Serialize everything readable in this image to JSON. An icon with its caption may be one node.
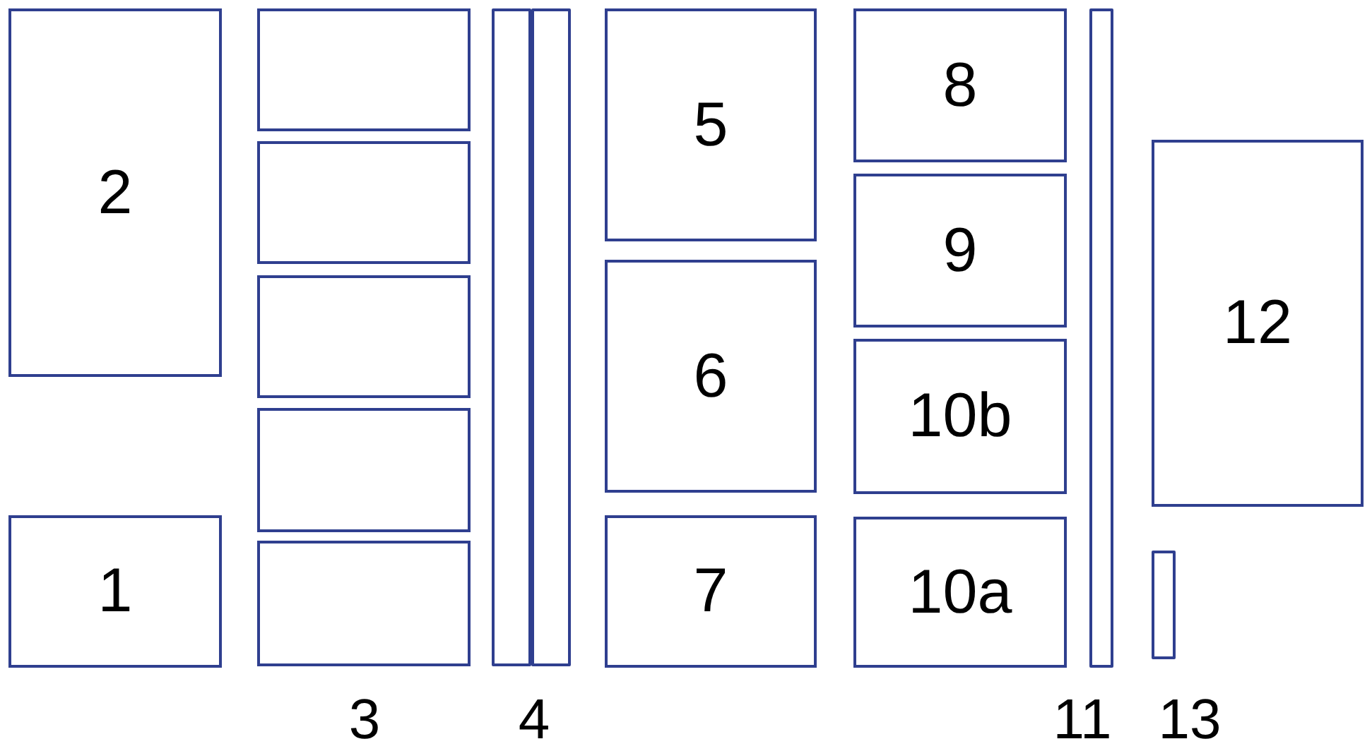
{
  "diagram": {
    "nodes": [
      {
        "text": [
          "2"
        ]
      },
      {
        "text": [
          "1"
        ]
      },
      {
        "text": [],
        "shape": "box"
      },
      {
        "text": [],
        "shape": "box"
      },
      {
        "text": [],
        "shape": "box"
      },
      {
        "text": [],
        "shape": "box"
      },
      {
        "text": [],
        "shape": "box"
      },
      {
        "text": [],
        "shape": "bar"
      },
      {
        "text": [],
        "shape": "bar"
      },
      {
        "text": [
          "5"
        ]
      },
      {
        "text": [
          "6"
        ]
      },
      {
        "text": [
          "7"
        ]
      },
      {
        "text": [
          "8"
        ]
      },
      {
        "text": [
          "9"
        ]
      },
      {
        "text": [
          "10b"
        ]
      },
      {
        "text": [
          "10a"
        ]
      },
      {
        "text": [],
        "shape": "bar"
      },
      {
        "text": [
          "12"
        ]
      },
      {
        "text": [],
        "shape": "bar"
      }
    ],
    "labels": [
      "3",
      "4",
      "11",
      "13"
    ]
  }
}
